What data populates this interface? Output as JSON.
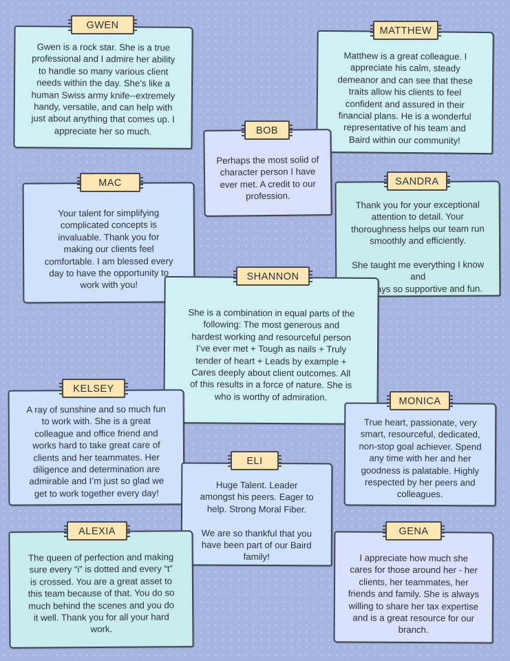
{
  "cards": {
    "gwen": {
      "name": "GWEN",
      "text": "Gwen is a rock star. She is a true\nprofessional and I admire her ability\nto handle so many various client\nneeds within the day. She’s like a\nhuman Swiss army knife--extremely\nhandy, versatile, and can help with\njust about anything that comes up. I\nappreciate her so much."
    },
    "matthew": {
      "name": "MATTHEW",
      "text": "Matthew is a great colleague. I\nappreciate his calm, steady\ndemeanor and can see that these\ntraits allow his clients to feel\nconfident and assured in their\nfinancial plans. He is a wonderful\nrepresentative of his team and\nBaird within our community!"
    },
    "bob": {
      "name": "BOB",
      "text": "Perhaps the most solid of\ncharacter person I have\never met. A credit to our\nprofession."
    },
    "mac": {
      "name": "MAC",
      "text": "Your talent for simplifying\ncomplicated concepts is\ninvaluable. Thank you for\nmaking our clients feel\ncomfortable. I am blessed every\nday to have the opportunity to\nwork with you!"
    },
    "sandra": {
      "name": "SANDRA",
      "text": "Thank you for your exceptional\nattention to detail. Your\nthoroughness helps our team run\nsmoothly and efficiently.\n\nShe taught me everything I know and\nis always so supportive and fun."
    },
    "shannon": {
      "name": "SHANNON",
      "text": "She is a combination in equal parts of the\nfollowing: The most generous and\nhardest working and resourceful person\nI’ve ever met + Tough as nails + Truly\ntender of heart + Leads by example +\nCares deeply about client outcomes. All\nof this results in a force of nature. She is\nwho is worthy of admiration."
    },
    "kelsey": {
      "name": "KELSEY",
      "text": "A ray of sunshine and so much fun\nto work with. She is a great\ncolleague and office friend and\nworks hard to take great care of\nclients and her teammates. Her\ndiligence and determination are\nadmirable and I’m just so glad we\nget to work together every day!"
    },
    "monica": {
      "name": "MONICA",
      "text": "True heart, passionate, very\nsmart, resourceful, dedicated,\nnon-stop goal achiever. Spend\nany time with her and her\ngoodness is palatable. Highly\nrespected by her peers and\ncolleagues."
    },
    "eli": {
      "name": "ELI",
      "text": "Huge Talent. Leader\namongst his peers. Eager to\nhelp. Strong Moral Fiber.\n\nWe are so thankful that you\nhave been part of our Baird\nfamily!"
    },
    "alexia": {
      "name": "ALEXIA",
      "text": "The queen of perfection and making\nsure every “i” is dotted and every “t”\nis crossed. You are a great asset to\nthis team because of that. You do so\nmuch behind the scenes and you do\nit well. Thank you for all your hard\nwork."
    },
    "gena": {
      "name": "GENA",
      "text": "I appreciate how much she\ncares for those around her - her\nclients, her teammates, her\nfriends and family. She is always\nwilling to share her tax expertise\nand is a great resource for our\nbranch."
    }
  },
  "colors": {
    "background": "#a7b5e3",
    "tag": "#fbe6b4",
    "cyan_card": "#cff1f4",
    "blue_card": "#cfe2fb",
    "lavender_card": "#d8e0fa",
    "teal_card": "#c8ecec"
  }
}
